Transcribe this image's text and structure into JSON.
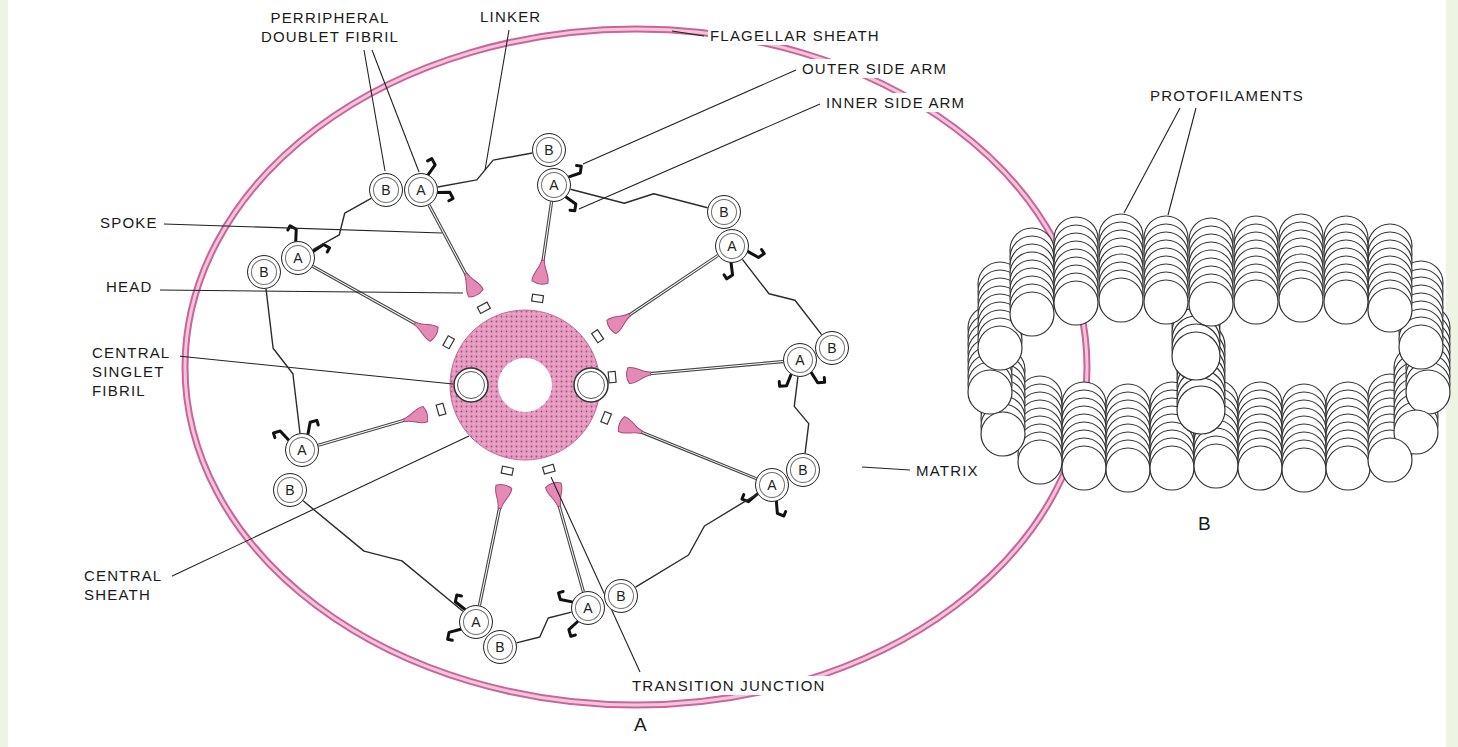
{
  "diagram": {
    "nodes": [
      {
        "text": [
          "B"
        ]
      },
      {
        "text": [
          "A"
        ]
      },
      {
        "text": [
          "B"
        ]
      },
      {
        "text": [
          "A"
        ]
      },
      {
        "text": [
          "B"
        ]
      },
      {
        "text": [
          "A"
        ]
      },
      {
        "text": [
          "A"
        ]
      },
      {
        "text": [
          "B"
        ]
      },
      {
        "text": [
          "A"
        ]
      },
      {
        "text": [
          "B"
        ]
      },
      {
        "text": [
          "A"
        ]
      },
      {
        "text": [
          "B"
        ]
      },
      {
        "text": [
          "A"
        ]
      },
      {
        "text": [
          "B"
        ]
      },
      {
        "text": [
          "A"
        ]
      },
      {
        "text": [
          "B"
        ]
      },
      {
        "text": [
          "B"
        ]
      },
      {
        "text": [
          "A"
        ]
      }
    ],
    "edges": [
      {
        "from": 1,
        "to": 2,
        "arrow": "none"
      },
      {
        "from": 3,
        "to": 4,
        "arrow": "none"
      },
      {
        "from": 5,
        "to": 7,
        "arrow": "none"
      },
      {
        "from": 6,
        "to": 9,
        "arrow": "none"
      },
      {
        "from": 8,
        "to": 11,
        "arrow": "none"
      },
      {
        "from": 10,
        "to": 13,
        "arrow": "none"
      },
      {
        "from": 12,
        "to": 15,
        "arrow": "none"
      },
      {
        "from": 14,
        "to": 16,
        "arrow": "none"
      },
      {
        "from": 17,
        "to": 0,
        "arrow": "none"
      }
    ],
    "labels": [
      "PERRIPHERAL DOUBLET FIBRIL",
      "LINKER",
      "FLAGELLAR SHEATH",
      "OUTER SIDE ARM",
      "INNER SIDE ARM",
      "PROTOFILAMENTS",
      "SPOKE",
      "HEAD",
      "CENTRAL SINGLET FIBRIL",
      "MATRIX",
      "B",
      "CENTRAL SHEATH",
      "TRANSITION JUNCTION",
      "A"
    ]
  }
}
